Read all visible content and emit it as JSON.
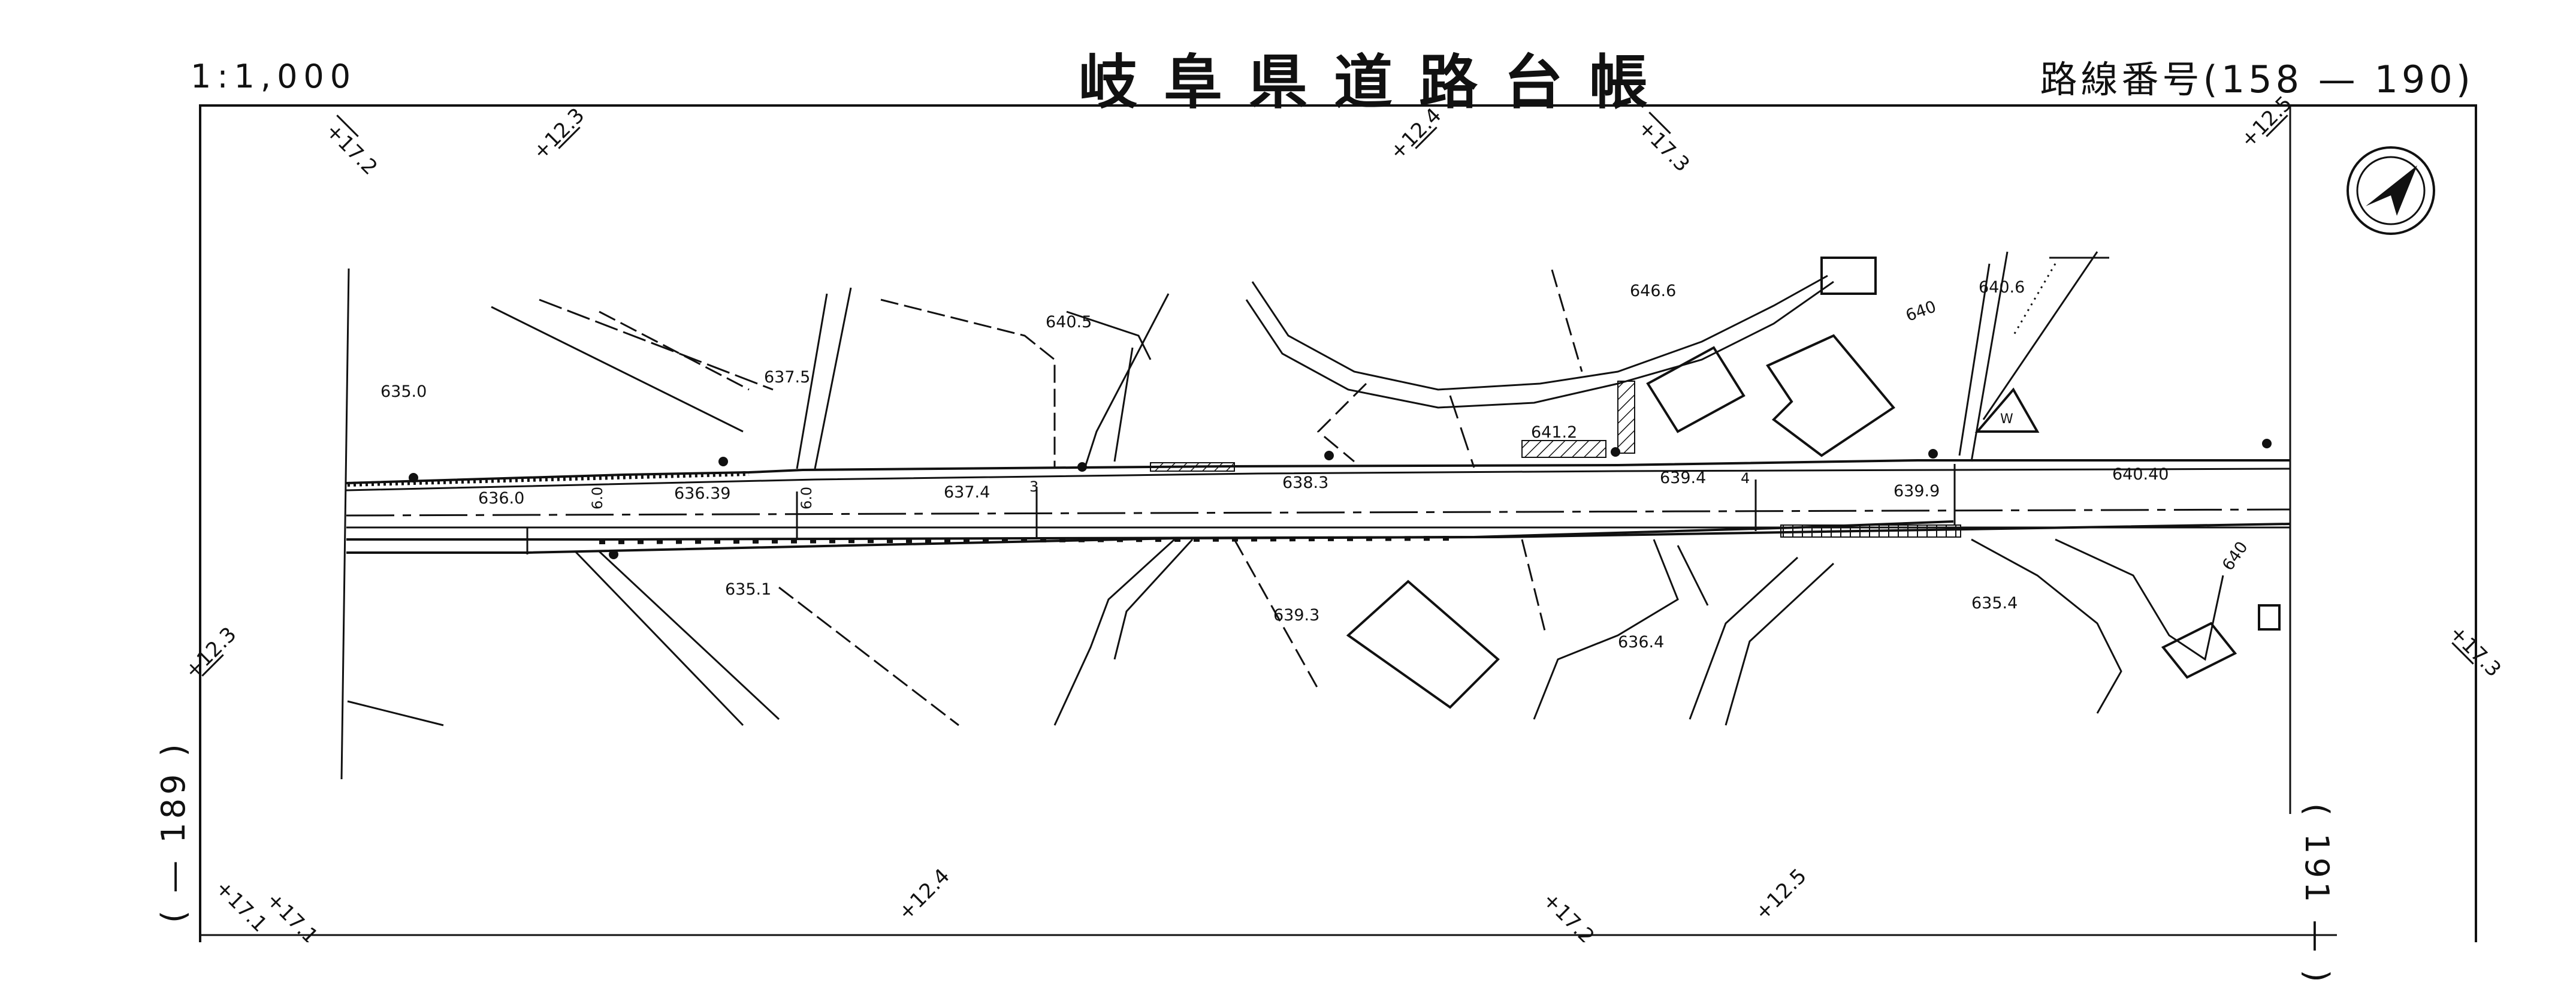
{
  "header": {
    "scale": "1:1,000",
    "title": "岐阜県道路台帳",
    "route_number": "路線番号(158 — 190)"
  },
  "side_labels": {
    "left": "( — 189 )",
    "right": "( 191 — )"
  },
  "north_symbol": "north-arrow-icon",
  "grid_marks": [
    "+17.2",
    "+12.3",
    "+12.4",
    "+17.3",
    "+12.5",
    "+12.3",
    "+17.3",
    "+17.1",
    "+17.1",
    "+12.4",
    "+17.2",
    "+12.5"
  ],
  "elevations": {
    "north_side": [
      "635.0",
      "637.5",
      "640.5",
      "646.6",
      "641.2",
      "640",
      "640.6"
    ],
    "road_centerline": [
      "636.0",
      "636.39",
      "637.4",
      "638.3",
      "639.4",
      "639.9",
      "640.40"
    ],
    "south_side": [
      "635.1",
      "639.3",
      "636.4",
      "635.4",
      "640"
    ]
  },
  "road": {
    "width_marks": [
      "6.0",
      "6.0"
    ],
    "section_numbers": [
      "3",
      "4"
    ]
  },
  "symbols": {
    "water_tank": "W"
  }
}
